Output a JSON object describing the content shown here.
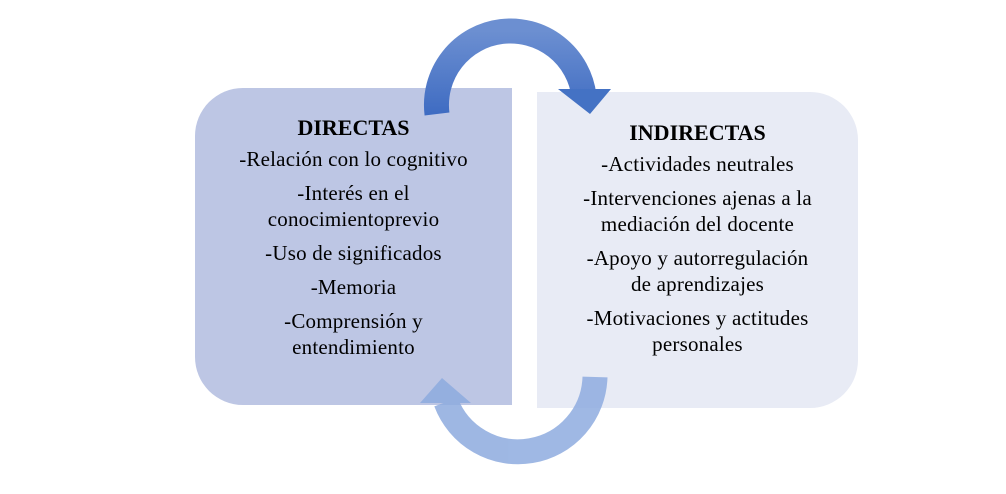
{
  "directas": {
    "title": "DIRECTAS",
    "items": [
      [
        "-Relación con lo cognitivo"
      ],
      [
        "-Interés en el",
        "conocimientoprevio"
      ],
      [
        "-Uso de significados"
      ],
      [
        "-Memoria"
      ],
      [
        "-Comprensión y",
        "entendimiento"
      ]
    ]
  },
  "indirectas": {
    "title": "INDIRECTAS",
    "items": [
      [
        "-Actividades neutrales"
      ],
      [
        "-Intervenciones ajenas a la",
        "mediación del docente"
      ],
      [
        "-Apoyo y autorregulación",
        "de aprendizajes"
      ],
      [
        "-Motivaciones y actitudes",
        "personales"
      ]
    ]
  },
  "colors": {
    "left_box": "#bdc6e4",
    "right_box": "#e8ebf5",
    "top_arrow": "#4472c4",
    "bottom_arrow": "#8eabdf"
  }
}
